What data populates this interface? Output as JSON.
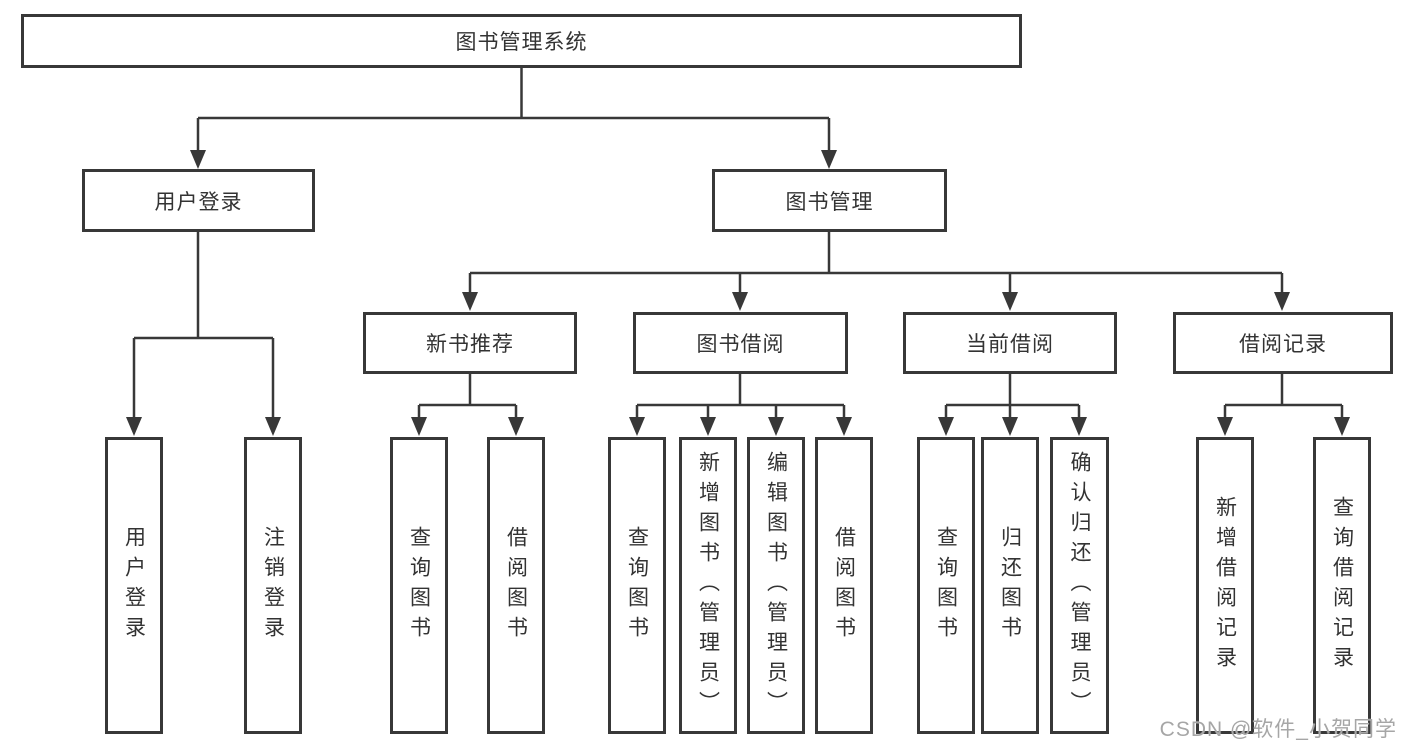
{
  "colors": {
    "line": "#383838",
    "text": "#333333",
    "watermark": "#a6a6a6"
  },
  "diagram": {
    "root": "图书管理系统",
    "branches": [
      {
        "label": "用户登录",
        "children": [
          "用户登录",
          "注销登录"
        ]
      },
      {
        "label": "图书管理",
        "groups": [
          {
            "label": "新书推荐",
            "children": [
              "查询图书",
              "借阅图书"
            ]
          },
          {
            "label": "图书借阅",
            "children": [
              "查询图书",
              "新增图书（管理员）",
              "编辑图书（管理员）",
              "借阅图书"
            ]
          },
          {
            "label": "当前借阅",
            "children": [
              "查询图书",
              "归还图书",
              "确认归还（管理员）"
            ]
          },
          {
            "label": "借阅记录",
            "children": [
              "新增借阅记录",
              "查询借阅记录"
            ]
          }
        ]
      }
    ]
  },
  "watermark": "CSDN @软件_小贺同学"
}
